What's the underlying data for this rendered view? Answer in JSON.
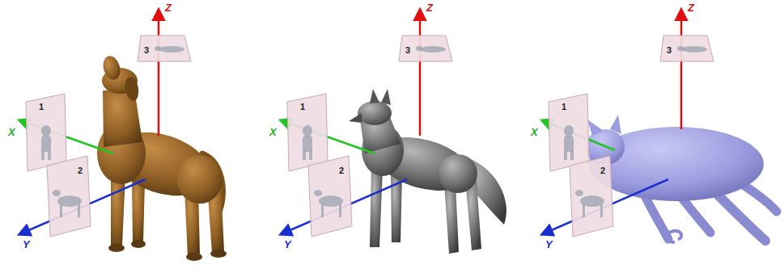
{
  "diagram": {
    "nodes": [
      {
        "text": [
          "1"
        ]
      },
      {
        "text": [
          "2"
        ]
      },
      {
        "text": [
          "3"
        ]
      },
      {
        "text": [
          "1"
        ]
      },
      {
        "text": [
          "2"
        ]
      },
      {
        "text": [
          "3"
        ]
      },
      {
        "text": [
          "1"
        ]
      },
      {
        "text": [
          "2"
        ]
      },
      {
        "text": [
          "3"
        ]
      }
    ],
    "labels": [
      "Z",
      "X",
      "Y",
      "Z",
      "X",
      "Y",
      "Z",
      "X",
      "Y"
    ]
  }
}
